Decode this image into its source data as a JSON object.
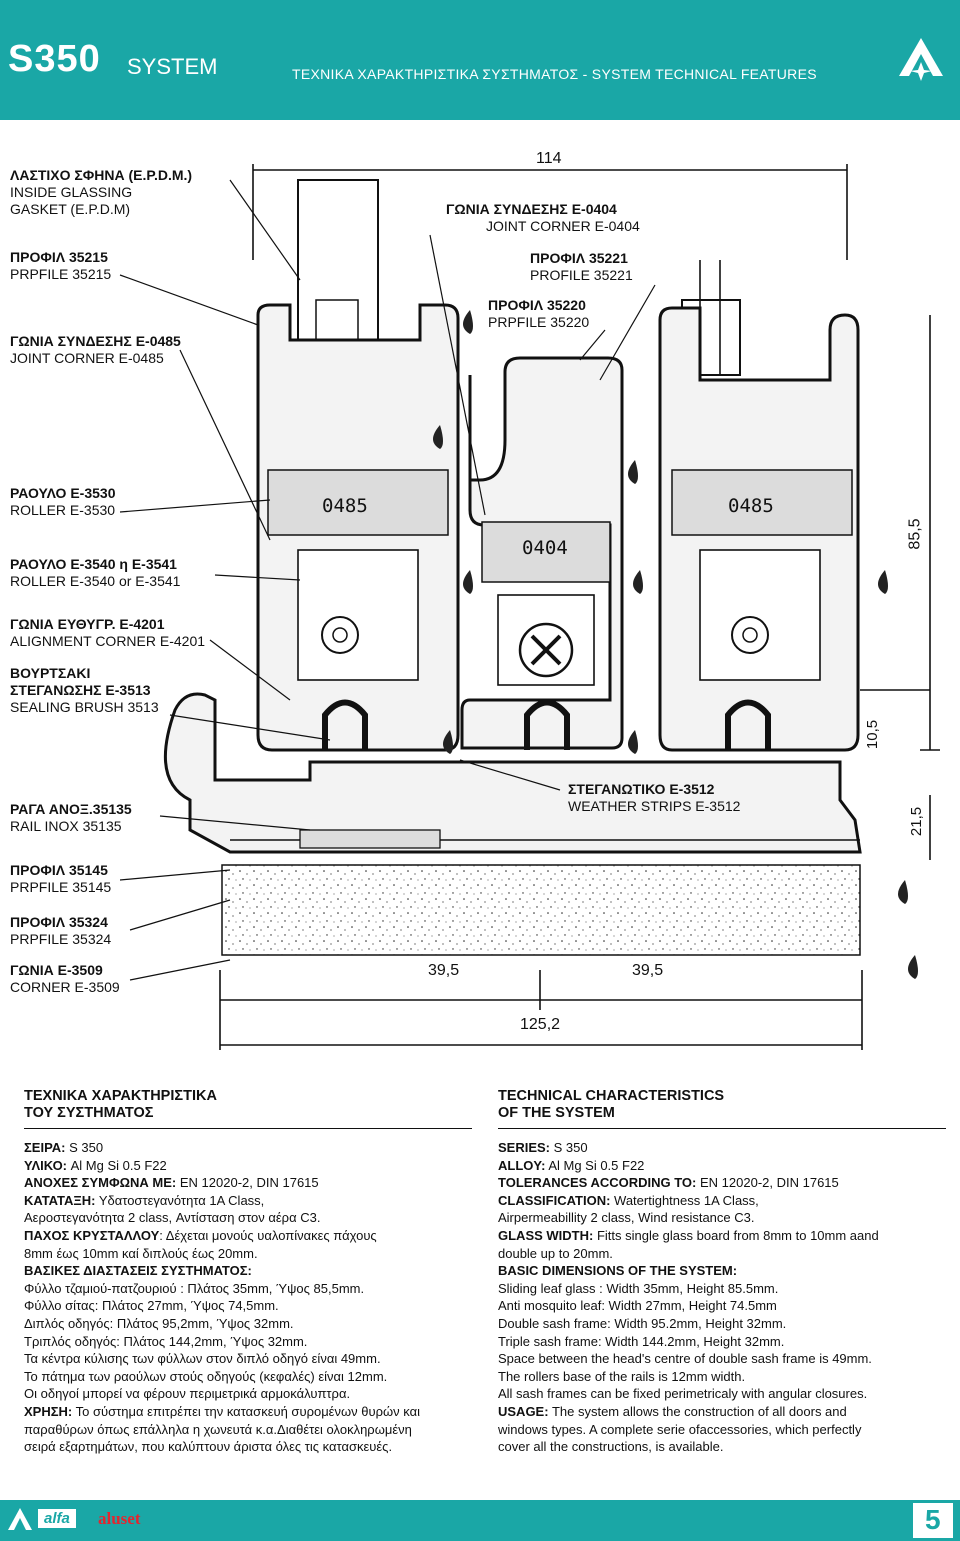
{
  "header": {
    "model": "S350",
    "system": "SYSTEM",
    "features": "ΤΕΧΝΙΚΑ ΧΑΡΑΚΤΗΡΙΣΤΙΚΑ ΣΥΣΤΗΜΑΤΟΣ - SYSTEM TECHNICAL FEATURES",
    "color": "#1aa7a6"
  },
  "labels_left": [
    {
      "gr": "ΛΑΣΤΙΧΟ ΣΦΗΝΑ (Ε.Ρ.D.Μ.)",
      "en1": "INSIDE GLASSING",
      "en2": "GASKET (E.P.D.M)"
    },
    {
      "gr": "ΠΡΟΦΙΛ 35215",
      "en1": "PRPFILE 35215",
      "en2": ""
    },
    {
      "gr": "ΓΩΝΙΑ ΣΥΝΔΕΣΗΣ Ε-0485",
      "en1": "JOINT CORNER E-0485",
      "en2": ""
    },
    {
      "gr": "ΡΑΟΥΛΟ Ε-3530",
      "en1": "ROLLER E-3530",
      "en2": ""
    },
    {
      "gr": "ΡΑΟΥΛΟ Ε-3540 η Ε-3541",
      "en1": "ROLLER E-3540 or E-3541",
      "en2": ""
    },
    {
      "gr": "ΓΩΝΙΑ ΕΥΘΥΓΡ. Ε-4201",
      "en1": "ALIGNMENT CORNER E-4201",
      "en2": ""
    },
    {
      "gr": "ΒΟΥΡΤΣΑΚΙ",
      "gr2": "ΣΤΕΓΑΝΩΣΗΣ Ε-3513",
      "en1": "SEALING BRUSH 3513"
    },
    {
      "gr": "ΡΑΓΑ ΑΝΟΞ.35135",
      "en1": "RAIL INOX 35135",
      "en2": ""
    },
    {
      "gr": "ΠΡΟΦΙΛ 35145",
      "en1": "PRPFILE 35145",
      "en2": ""
    },
    {
      "gr": "ΠΡΟΦΙΛ 35324",
      "en1": "PRPFILE 35324",
      "en2": ""
    },
    {
      "gr": "ΓΩΝΙΑ Ε-3509",
      "en1": "CORNER E-3509",
      "en2": ""
    }
  ],
  "labels_right": [
    {
      "gr": "ΓΩΝΙΑ ΣΥΝΔΕΣΗΣ Ε-0404",
      "en1": "JOINT CORNER E-0404"
    },
    {
      "gr": "ΠΡΟΦΙΛ 35221",
      "en1": "PROFILE 35221"
    },
    {
      "gr": "ΠΡΟΦΙΛ 35220",
      "en1": "PRPFILE 35220"
    },
    {
      "gr": "ΣΤΕΓΑΝΩΤΙΚΟ Ε-3512",
      "en1": "WEATHER STRIPS E-3512"
    }
  ],
  "dimensions": {
    "top": "114",
    "height": "85,5",
    "gap": "10,5",
    "rail": "21,5",
    "w1": "39,5",
    "w2": "39,5",
    "total": "125,2"
  },
  "codes": {
    "c1": "0485",
    "c2": "0404",
    "c3": "0485"
  },
  "greek": {
    "title1": "ΤΕΧΝΙΚΑ ΧΑΡΑΚΤΗΡΙΣΤΙΚΑ",
    "title2": "ΤΟΥ ΣΥΣΤΗΜΑΤΟΣ",
    "lines": [
      {
        "k": "ΣΕΙΡΑ:",
        "v": " S 350"
      },
      {
        "k": "ΥΛΙΚΟ:",
        "v": " Al Mg Si 0.5 F22"
      },
      {
        "k": "ΑΝΟΧΕΣ ΣΥΜΦΩΝΑ ΜΕ:",
        "v": " EN 12020-2, DIN 17615"
      },
      {
        "k": "ΚΑΤΑΤΑΞΗ:",
        "v": " Υδατοστεγανότητα 1Α Class,"
      },
      {
        "k": "",
        "v": "Αεροστεγανότητα 2 class, Αντίσταση στον αέρα C3."
      },
      {
        "k": "ΠΑΧΟΣ ΚΡΥΣΤΑΛΛΟΥ",
        "v": ": Δέχεται μονούς υαλοπίνακες πάχους"
      },
      {
        "k": "",
        "v": "8mm έως 10mm καί διπλούς έως 20mm."
      },
      {
        "k": "ΒΑΣΙΚΕΣ ΔΙΑΣΤΑΣΕΙΣ ΣΥΣΤΗΜΑΤΟΣ:",
        "v": ""
      },
      {
        "k": "",
        "v": "Φύλλο τζαμιού-πατζουριού : Πλάτος 35mm, Ύψος 85,5mm."
      },
      {
        "k": "",
        "v": "Φύλλο σίτας: Πλάτος 27mm, Ύψος 74,5mm."
      },
      {
        "k": "",
        "v": "Διπλός οδηγός: Πλάτος 95,2mm, Ύψος 32mm."
      },
      {
        "k": "",
        "v": "Τριπλός οδηγός: Πλάτος 144,2mm, Ύψος 32mm."
      },
      {
        "k": "",
        "v": "Τα κέντρα κύλισης των φύλλων στον διπλό οδηγό είναι 49mm."
      },
      {
        "k": "",
        "v": "Το πάτημα των ραούλων στούς οδηγούς (κεφαλές) είναι 12mm."
      },
      {
        "k": "",
        "v": "Οι οδηγοί μπορεί να φέρουν περιμετρικά αρμοκάλυπτρα."
      },
      {
        "k": "ΧΡΗΣΗ:",
        "v": " Το σύστημα επιτρέπει την κατασκευή συρομένων θυρών και"
      },
      {
        "k": "",
        "v": "παραθύρων όπως επάλληλα η χωνευτά κ.α.Διαθέτει ολοκληρωμένη"
      },
      {
        "k": "",
        "v": "σειρά εξαρτημάτων, που καλύπτουν άριστα όλες τις κατασκευές."
      }
    ]
  },
  "english": {
    "title1": "TECHNICAL CHARACTERISTICS",
    "title2": "OF THE SYSTEM",
    "lines": [
      {
        "k": "SERIES:",
        "v": " S 350"
      },
      {
        "k": "ALLOY:",
        "v": " Al Mg Si 0.5 F22"
      },
      {
        "k": "TOLERANCES ACCORDING TO:",
        "v": " EN 12020-2, DIN 17615"
      },
      {
        "k": "CLASSIFICATION:",
        "v": " Watertightness 1A Class,"
      },
      {
        "k": "",
        "v": "Airpermeabillity  2 class, Wind resistance C3."
      },
      {
        "k": "GLASS WIDTH:",
        "v": " Fitts single glass board from 8mm to 10mm aand"
      },
      {
        "k": "",
        "v": "double up to 20mm."
      },
      {
        "k": "BASIC DIMENSIONS OF THE SYSTEM:",
        "v": ""
      },
      {
        "k": "",
        "v": "Sliding leaf glass : Width 35mm, Height 85.5mm."
      },
      {
        "k": "",
        "v": "Anti mosquito leaf: Width 27mm, Height 74.5mm"
      },
      {
        "k": "",
        "v": "Double sash frame: Width  95.2mm, Height 32mm."
      },
      {
        "k": "",
        "v": "Triple sash frame: Width  144.2mm, Height 32mm."
      },
      {
        "k": "",
        "v": "Space between the head's centre of double sash frame is 49mm."
      },
      {
        "k": "",
        "v": "The rollers base of the rails is 12mm width."
      },
      {
        "k": "",
        "v": "All sash frames can be fixed perimetricaly with angular closures."
      },
      {
        "k": "USAGE:",
        "v": " The system allows the construction of all doors and"
      },
      {
        "k": "",
        "v": "windows types. A complete serie ofaccessories, which perfectly"
      },
      {
        "k": "",
        "v": "cover all the constructions, is available."
      }
    ]
  },
  "footer": {
    "brand1": "alfa",
    "brand2": "aluset",
    "page": "5"
  }
}
